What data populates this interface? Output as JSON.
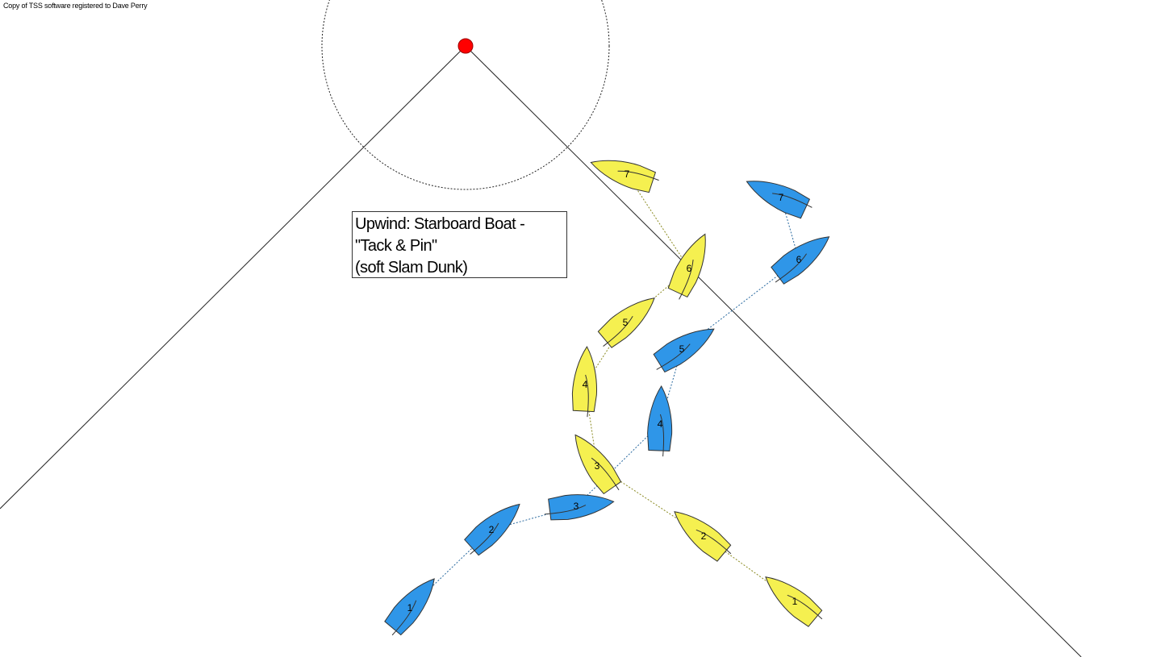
{
  "registration_text": "Copy of TSS software registered to Dave Perry",
  "caption": {
    "line1": "Upwind: Starboard Boat -",
    "line2": "\"Tack & Pin\"",
    "line3": "(soft Slam Dunk)"
  },
  "colors": {
    "blue_boat": "#2f96e8",
    "yellow_boat": "#f5f050",
    "mark": "#ff0000",
    "outline": "#333333"
  },
  "boats": {
    "blue": [
      {
        "label": "1"
      },
      {
        "label": "2"
      },
      {
        "label": "3"
      },
      {
        "label": "4"
      },
      {
        "label": "5"
      },
      {
        "label": "6"
      },
      {
        "label": "7"
      }
    ],
    "yellow": [
      {
        "label": "1"
      },
      {
        "label": "2"
      },
      {
        "label": "3"
      },
      {
        "label": "4"
      },
      {
        "label": "5"
      },
      {
        "label": "6"
      },
      {
        "label": "7"
      }
    ]
  }
}
